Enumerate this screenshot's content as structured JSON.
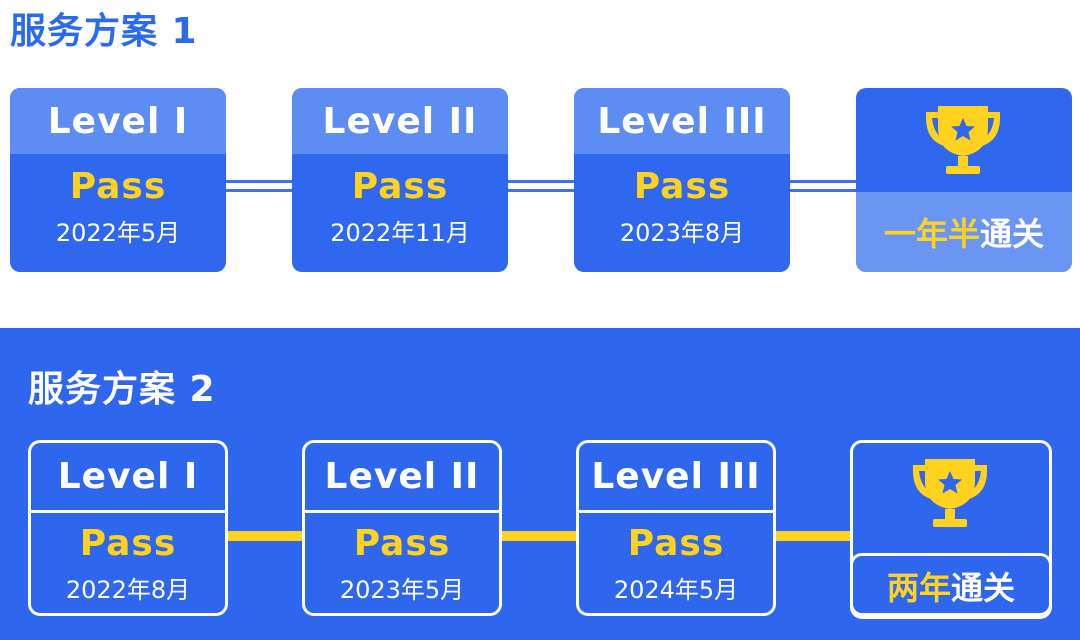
{
  "plan1": {
    "title": "服务方案 1",
    "stages": [
      {
        "level": "Level I",
        "status": "Pass",
        "date": "2022年5月"
      },
      {
        "level": "Level II",
        "status": "Pass",
        "date": "2022年11月"
      },
      {
        "level": "Level III",
        "status": "Pass",
        "date": "2023年8月"
      }
    ],
    "result": {
      "highlight": "一年半",
      "suffix": "通关",
      "icon": "trophy-icon"
    }
  },
  "plan2": {
    "title": "服务方案 2",
    "stages": [
      {
        "level": "Level I",
        "status": "Pass",
        "date": "2022年8月"
      },
      {
        "level": "Level II",
        "status": "Pass",
        "date": "2023年5月"
      },
      {
        "level": "Level III",
        "status": "Pass",
        "date": "2024年5月"
      }
    ],
    "result": {
      "highlight": "两年",
      "suffix": "通关",
      "icon": "trophy-icon"
    }
  },
  "colors": {
    "primary_blue": "#2f67ee",
    "light_blue": "#5d8cf2",
    "gold": "#ffd21f",
    "white": "#ffffff"
  }
}
